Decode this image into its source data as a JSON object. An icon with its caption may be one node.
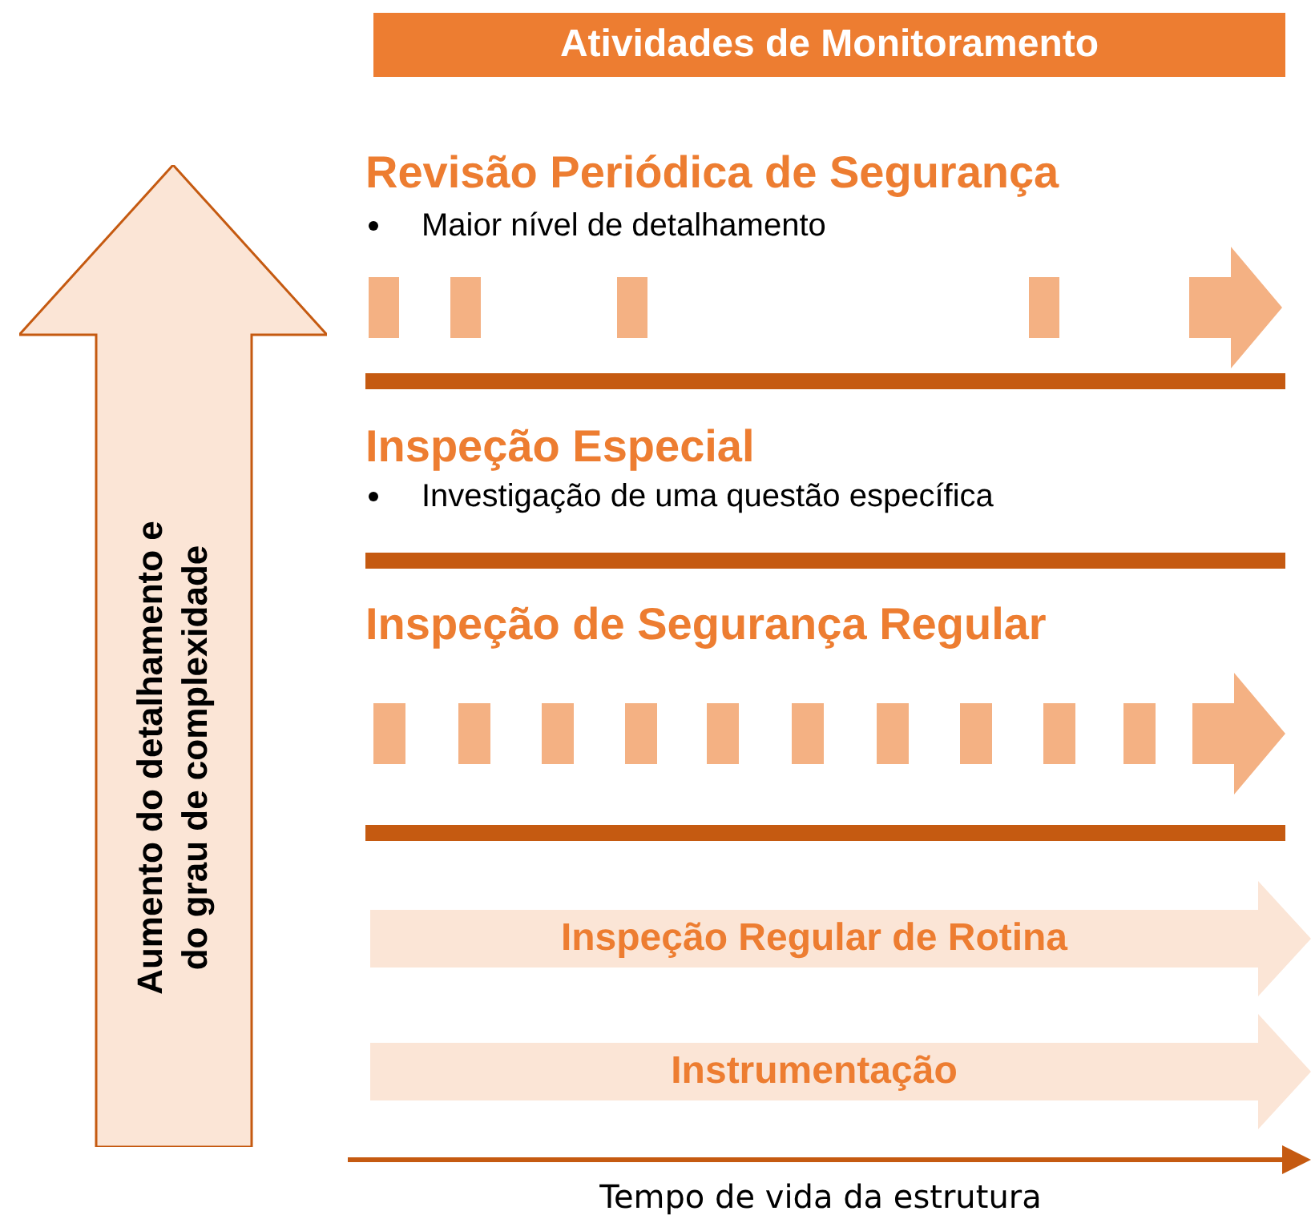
{
  "diagram": {
    "title": "Atividades de Monitoramento",
    "nodes": [
      {
        "text": [
          "Aumento do detalhamento e do grau de complexidade"
        ]
      },
      {
        "text": [
          "Inspeção Regular de Rotina"
        ]
      },
      {
        "text": [
          "Instrumentação"
        ]
      }
    ],
    "labels": [
      "Revisão Periódica de Segurança",
      "Maior nível de detalhamento",
      "Inspeção Especial",
      "Investigação de uma questão específica",
      "Inspeção de Segurança Regular",
      "Tempo de vida da estrutura"
    ]
  }
}
